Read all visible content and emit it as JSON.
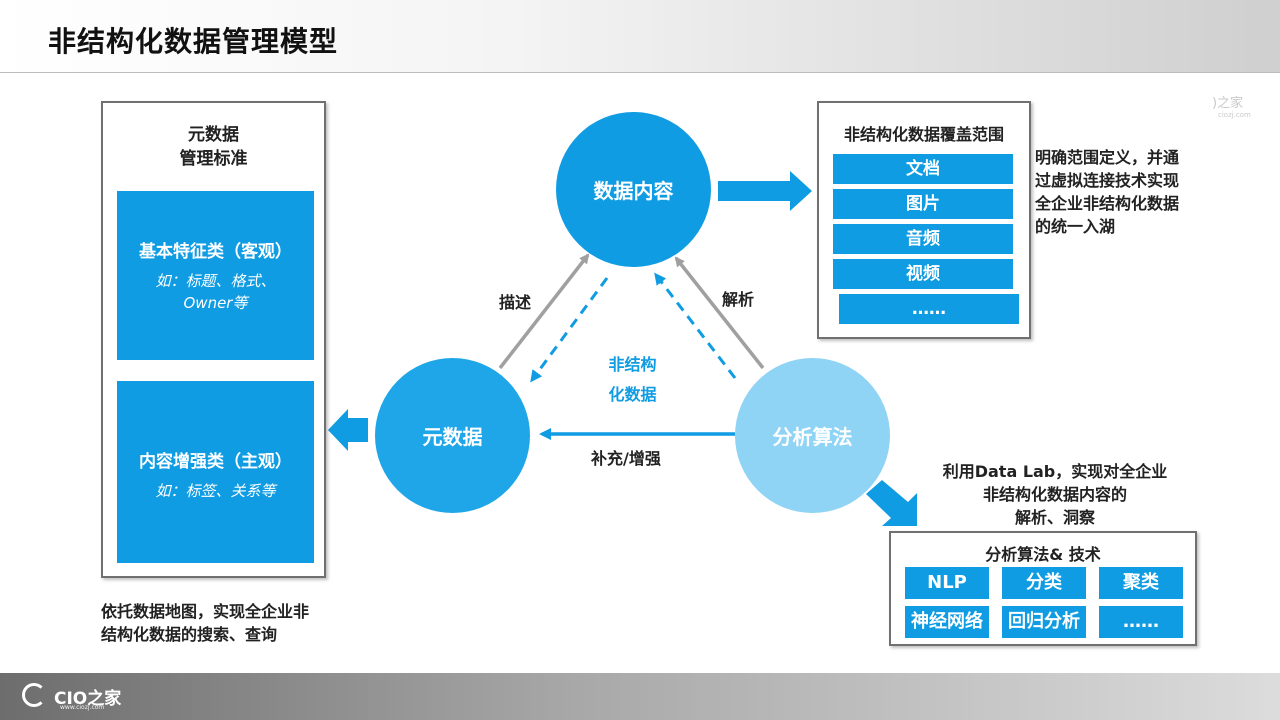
{
  "header": {
    "title": "非结构化数据管理模型"
  },
  "watermark": {
    "text": ")之家",
    "sub": "ciozj.com"
  },
  "footer": {
    "logo_text": "CIO之家",
    "logo_sub": "www.ciozj.com"
  },
  "left_box": {
    "title_line1": "元数据",
    "title_line2": "管理标准",
    "block1": {
      "title": "基本特征类（客观）",
      "line1": "如：标题、格式、",
      "line2": "Owner等"
    },
    "block2": {
      "title": "内容增强类（主观）",
      "line1": "如：标签、关系等"
    }
  },
  "circles": {
    "content": "数据内容",
    "meta": "元数据",
    "algo": "分析算法"
  },
  "labels": {
    "describe": "描述",
    "parse": "解析",
    "center_line1": "非结构",
    "center_line2": "化数据",
    "supplement": "补充/增强"
  },
  "coverage": {
    "title": "非结构化数据覆盖范围",
    "items": [
      "文档",
      "图片",
      "音频",
      "视频",
      "……"
    ]
  },
  "notes": {
    "right_line1": "明确范围定义，并通",
    "right_line2": "过虚拟连接技术实现",
    "right_line3": "全企业非结构化数据",
    "right_line4": "的统一入湖",
    "mid_line1": "利用Data Lab，实现对全企业",
    "mid_line2": "非结构化数据内容的",
    "mid_line3": "解析、洞察",
    "bottom_line1": "依托数据地图，实现全企业非",
    "bottom_line2": "结构化数据的搜索、查询"
  },
  "tech": {
    "title": "分析算法& 技术",
    "items": [
      "NLP",
      "分类",
      "聚类",
      "神经网络",
      "回归分析",
      "……"
    ]
  },
  "colors": {
    "primary": "#0f9ce3",
    "light": "#8fd3f5",
    "arrow_gray": "#a0a0a0"
  }
}
